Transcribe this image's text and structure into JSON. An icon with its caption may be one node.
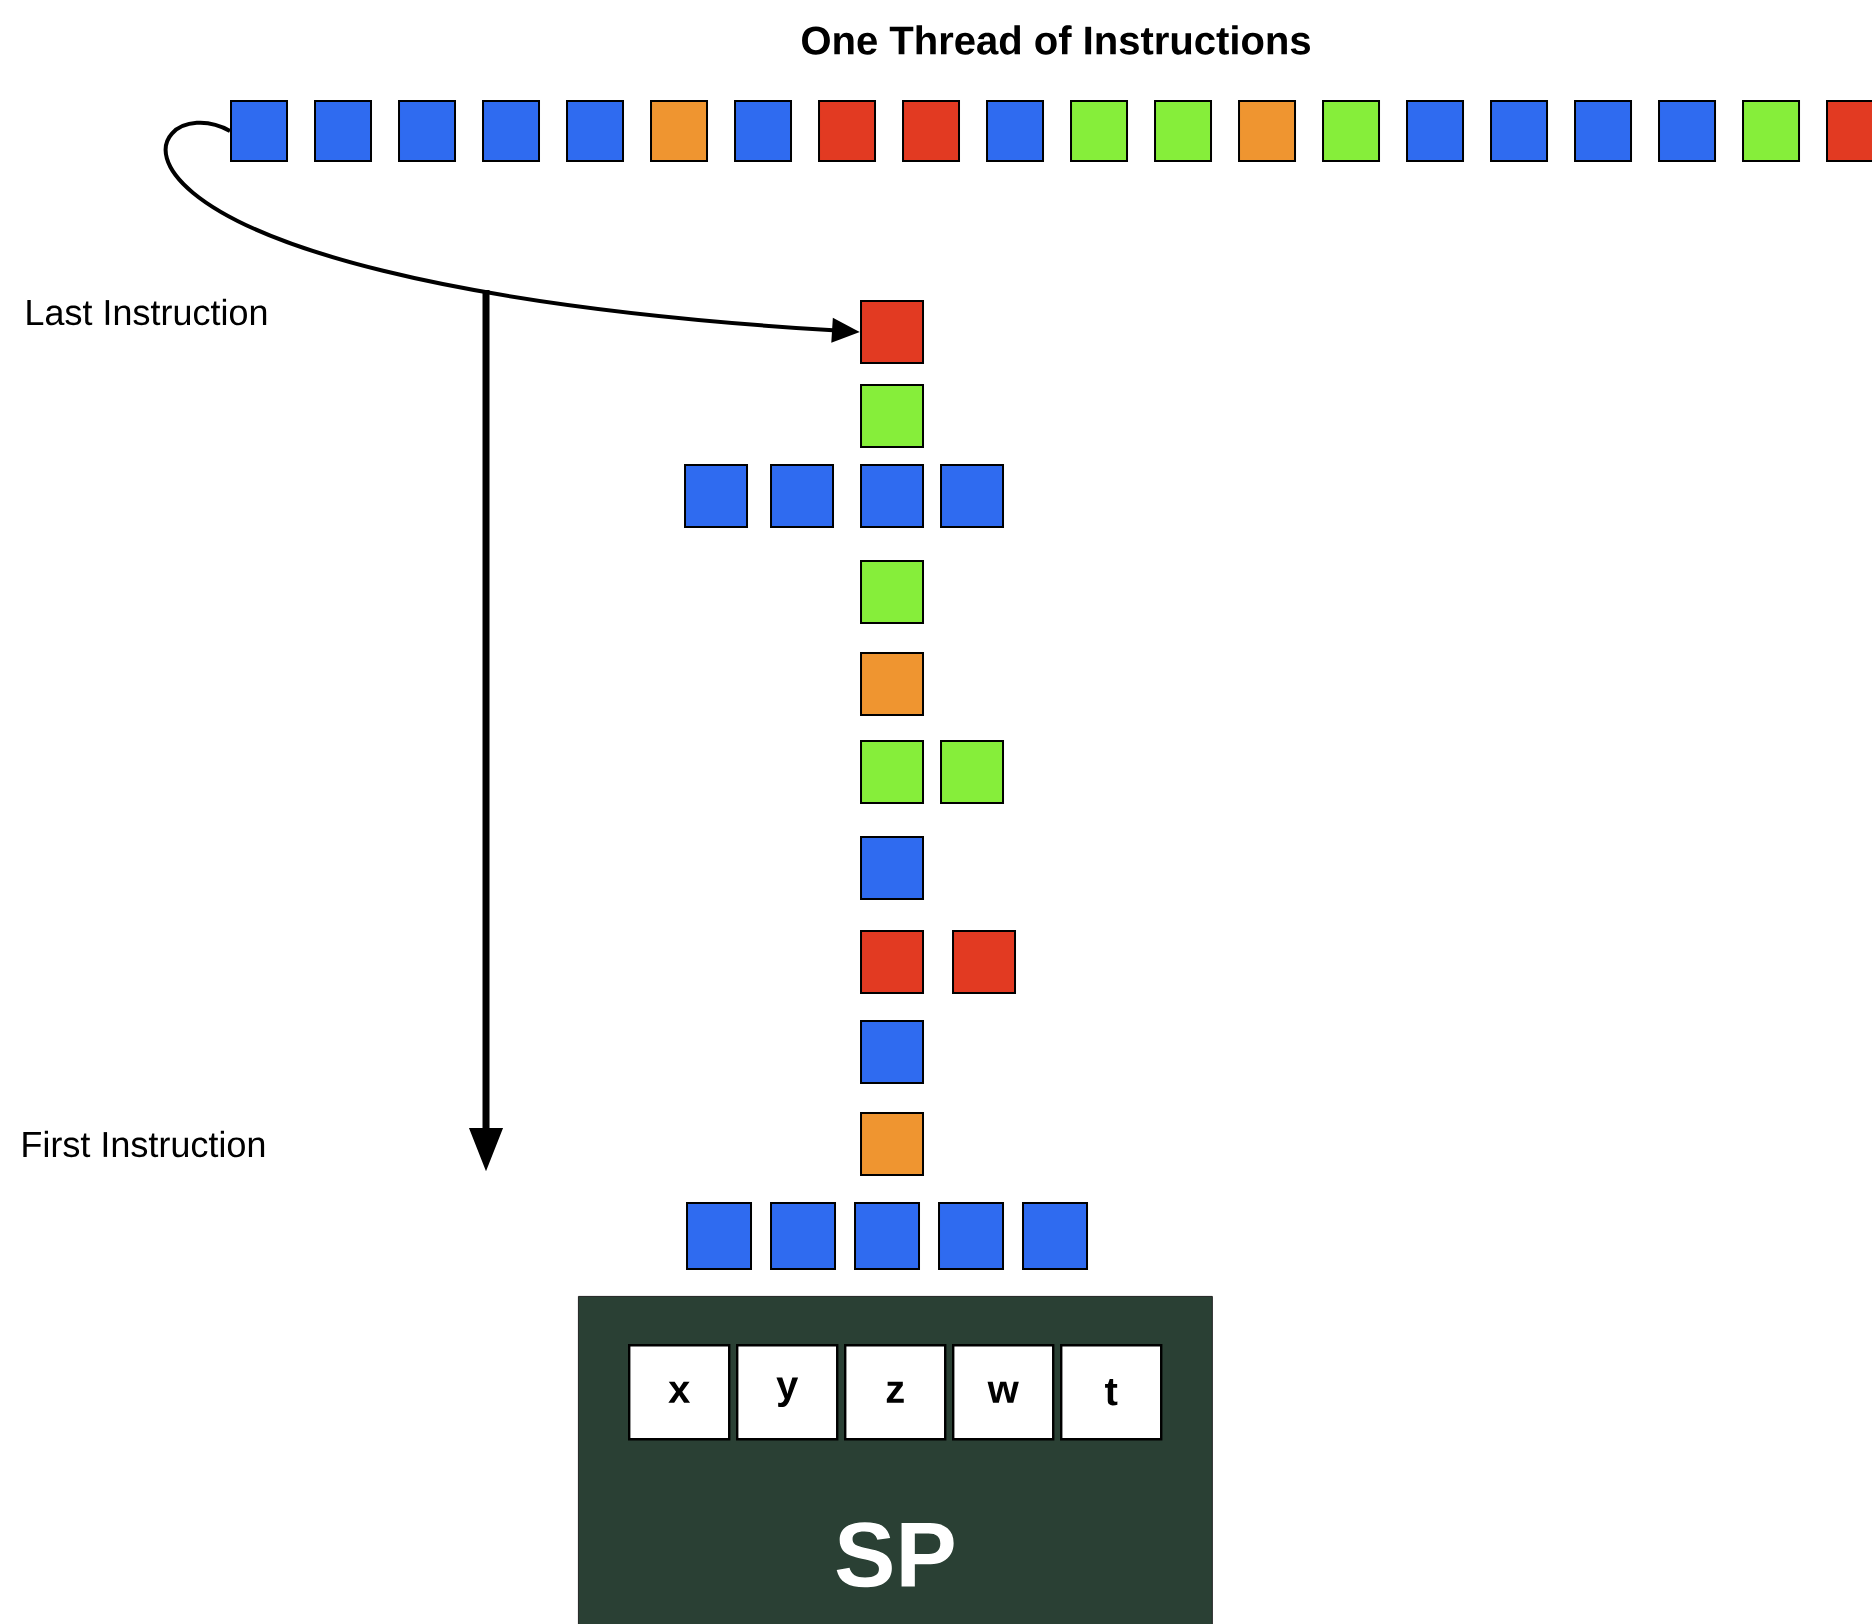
{
  "diagram": {
    "title": "One Thread of Instructions",
    "nodes": [
      {
        "text": [],
        "shape": "box"
      },
      {
        "text": [],
        "shape": "box"
      },
      {
        "text": [],
        "shape": "box"
      },
      {
        "text": [],
        "shape": "box"
      },
      {
        "text": [],
        "shape": "box"
      },
      {
        "text": [],
        "shape": "box"
      },
      {
        "text": [],
        "shape": "box"
      },
      {
        "text": [],
        "shape": "box"
      },
      {
        "text": [],
        "shape": "box"
      },
      {
        "text": [],
        "shape": "box"
      },
      {
        "text": [],
        "shape": "box"
      },
      {
        "text": [],
        "shape": "box"
      },
      {
        "text": [],
        "shape": "box"
      },
      {
        "text": [],
        "shape": "box"
      },
      {
        "text": [],
        "shape": "box"
      },
      {
        "text": [],
        "shape": "box"
      },
      {
        "text": [],
        "shape": "box"
      },
      {
        "text": [],
        "shape": "box"
      },
      {
        "text": [],
        "shape": "box"
      },
      {
        "text": [],
        "shape": "box"
      },
      {
        "text": [],
        "shape": "box"
      },
      {
        "text": [],
        "shape": "box"
      },
      {
        "text": [],
        "shape": "box"
      },
      {
        "text": [],
        "shape": "box"
      },
      {
        "text": [],
        "shape": "box"
      },
      {
        "text": [],
        "shape": "box"
      },
      {
        "text": [],
        "shape": "box"
      },
      {
        "text": [],
        "shape": "box"
      },
      {
        "text": [],
        "shape": "box"
      },
      {
        "text": [],
        "shape": "box"
      },
      {
        "text": [],
        "shape": "box"
      },
      {
        "text": [],
        "shape": "box"
      },
      {
        "text": [],
        "shape": "box"
      },
      {
        "text": [],
        "shape": "box"
      },
      {
        "text": [],
        "shape": "box"
      },
      {
        "text": [],
        "shape": "box"
      },
      {
        "text": [],
        "shape": "box"
      },
      {
        "text": [],
        "shape": "box"
      },
      {
        "text": [],
        "shape": "box"
      },
      {
        "text": [],
        "shape": "box"
      },
      {
        "text": [
          "SP"
        ]
      },
      {
        "text": [
          "x"
        ],
        "in": 40
      },
      {
        "text": [
          "y"
        ],
        "in": 40
      },
      {
        "text": [
          "z"
        ],
        "in": 40
      },
      {
        "text": [
          "w"
        ],
        "in": 40
      },
      {
        "text": [
          "t"
        ],
        "in": 40
      }
    ],
    "edges": [
      {
        "from": 0,
        "to": 20,
        "arrow": "to"
      }
    ],
    "labels": [
      "Last Instruction",
      "First Instruction"
    ]
  }
}
